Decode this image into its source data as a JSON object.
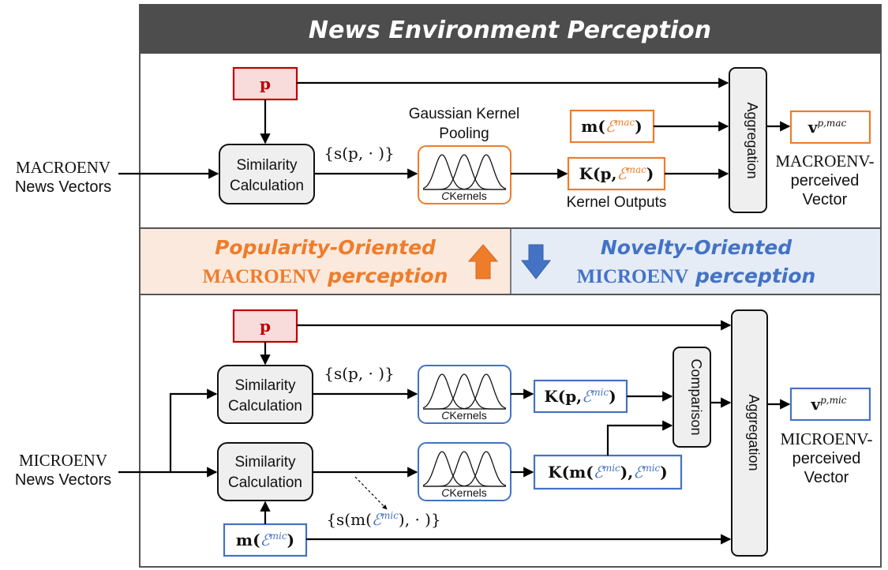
{
  "title": "News Environment Perception",
  "macro": {
    "p_label": "p",
    "input_label_sc": "MACROENV",
    "input_label_rest": "News Vectors",
    "similarity_line1": "Similarity",
    "similarity_line2": "Calculation",
    "sim_set_label": "{s(p, · )}",
    "gkp_line1": "Gaussian Kernel",
    "gkp_line2": "Pooling",
    "kernels_c": "C",
    "kernels_word": "Kernels",
    "m_label": "m(",
    "m_env": "ℰ",
    "m_sup": "mac",
    "m_close": ")",
    "k_label": "K(p,",
    "k_env": "ℰ",
    "k_sup": "mac",
    "k_close": ")",
    "kernel_outputs": "Kernel Outputs",
    "aggregation": "Aggregation",
    "v_main": "v",
    "v_sup": "p,mac",
    "out_line1_sc": "MACROENV-",
    "out_line2": "perceived",
    "out_line3": "Vector"
  },
  "banners": {
    "left_line1": "Popularity-Oriented",
    "left_line2_sc": "MACROENV",
    "left_line2_rest": " perception",
    "right_line1": "Novelty-Oriented",
    "right_line2_sc": "MICROENV",
    "right_line2_rest": " perception"
  },
  "micro": {
    "p_label": "p",
    "input_label_sc": "MICROENV",
    "input_label_rest": "News Vectors",
    "sim1_line1": "Similarity",
    "sim1_line2": "Calculation",
    "sim2_line1": "Similarity",
    "sim2_line2": "Calculation",
    "sim_set_label": "{s(p, · )}",
    "sim_set2_pre": "{s(m(",
    "sim_set2_env": "ℰ",
    "sim_set2_sup": "mic",
    "sim_set2_post": "), · )}",
    "kernels_c": "C",
    "kernels_word": "Kernels",
    "k1_label": "K(p,",
    "k1_env": "ℰ",
    "k1_sup": "mic",
    "k1_close": ")",
    "k2_pre": "K(m(",
    "k2_env1": "ℰ",
    "k2_sup1": "mic",
    "k2_mid": "),",
    "k2_env2": "ℰ",
    "k2_sup2": "mic",
    "k2_close": ")",
    "m_label": "m(",
    "m_env": "ℰ",
    "m_sup": "mic",
    "m_close": ")",
    "comparison": "Comparison",
    "aggregation": "Aggregation",
    "v_main": "v",
    "v_sup": "p,mic",
    "out_line1_sc": "MICROENV-",
    "out_line2": "perceived",
    "out_line3": "Vector"
  },
  "colors": {
    "header_bg": "#4d4d4d",
    "orange": "#ee7c2b",
    "blue": "#4472c4",
    "red": "#c00000",
    "p_fill": "#f8dcdc",
    "banner_left_bg": "#fbe9dd",
    "banner_right_bg": "#e5ecf6"
  }
}
